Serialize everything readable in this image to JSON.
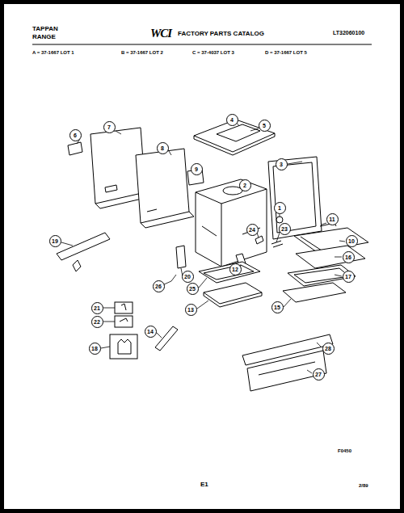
{
  "diagram": {
    "nodes": [
      {
        "text": [
          "6"
        ]
      },
      {
        "text": [
          "7"
        ]
      },
      {
        "text": [
          "4"
        ]
      },
      {
        "text": [
          "5"
        ]
      },
      {
        "text": [
          "3"
        ]
      },
      {
        "text": [
          "8"
        ]
      },
      {
        "text": [
          "9"
        ]
      },
      {
        "text": [
          "2"
        ]
      },
      {
        "text": [
          "1"
        ]
      },
      {
        "text": [
          "24"
        ]
      },
      {
        "text": [
          "11"
        ]
      },
      {
        "text": [
          "23"
        ]
      },
      {
        "text": [
          "10"
        ]
      },
      {
        "text": [
          "19"
        ]
      },
      {
        "text": [
          "16"
        ]
      },
      {
        "text": [
          "20"
        ]
      },
      {
        "text": [
          "12"
        ]
      },
      {
        "text": [
          "17"
        ]
      },
      {
        "text": [
          "26"
        ]
      },
      {
        "text": [
          "25"
        ]
      },
      {
        "text": [
          "13"
        ]
      },
      {
        "text": [
          "15"
        ]
      },
      {
        "text": [
          "21"
        ]
      },
      {
        "text": [
          "22"
        ]
      },
      {
        "text": [
          "14"
        ]
      },
      {
        "text": [
          "18"
        ]
      },
      {
        "text": [
          "28"
        ]
      },
      {
        "text": [
          "27"
        ]
      }
    ],
    "labels": [
      "TAPPAN",
      "RANGE",
      "WCI",
      "FACTORY PARTS CATALOG",
      "LT32060100",
      "A = 37-1667 LOT 1",
      "B = 37-1667 LOT 2",
      "C = 37-4037 LOT 3",
      "D = 37-1667 LOT 5",
      "F0450",
      "E1",
      "2/89"
    ]
  }
}
